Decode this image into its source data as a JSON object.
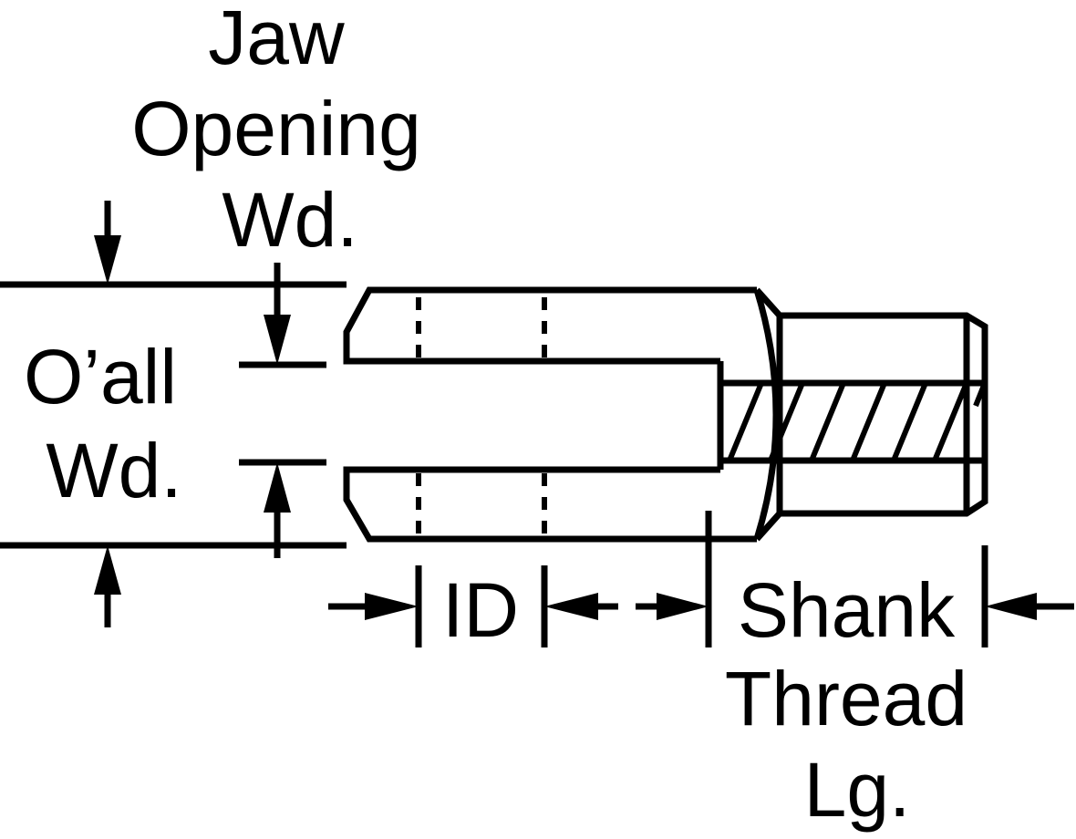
{
  "labels": {
    "jaw_opening_wd": [
      "Jaw",
      "Opening",
      "Wd."
    ],
    "oall_wd": [
      "O’all",
      "Wd."
    ],
    "id": "ID",
    "shank_thread_lg": [
      "Shank",
      "Thread",
      "Lg."
    ]
  },
  "colors": {
    "ink": "#000000",
    "background": "#ffffff"
  }
}
